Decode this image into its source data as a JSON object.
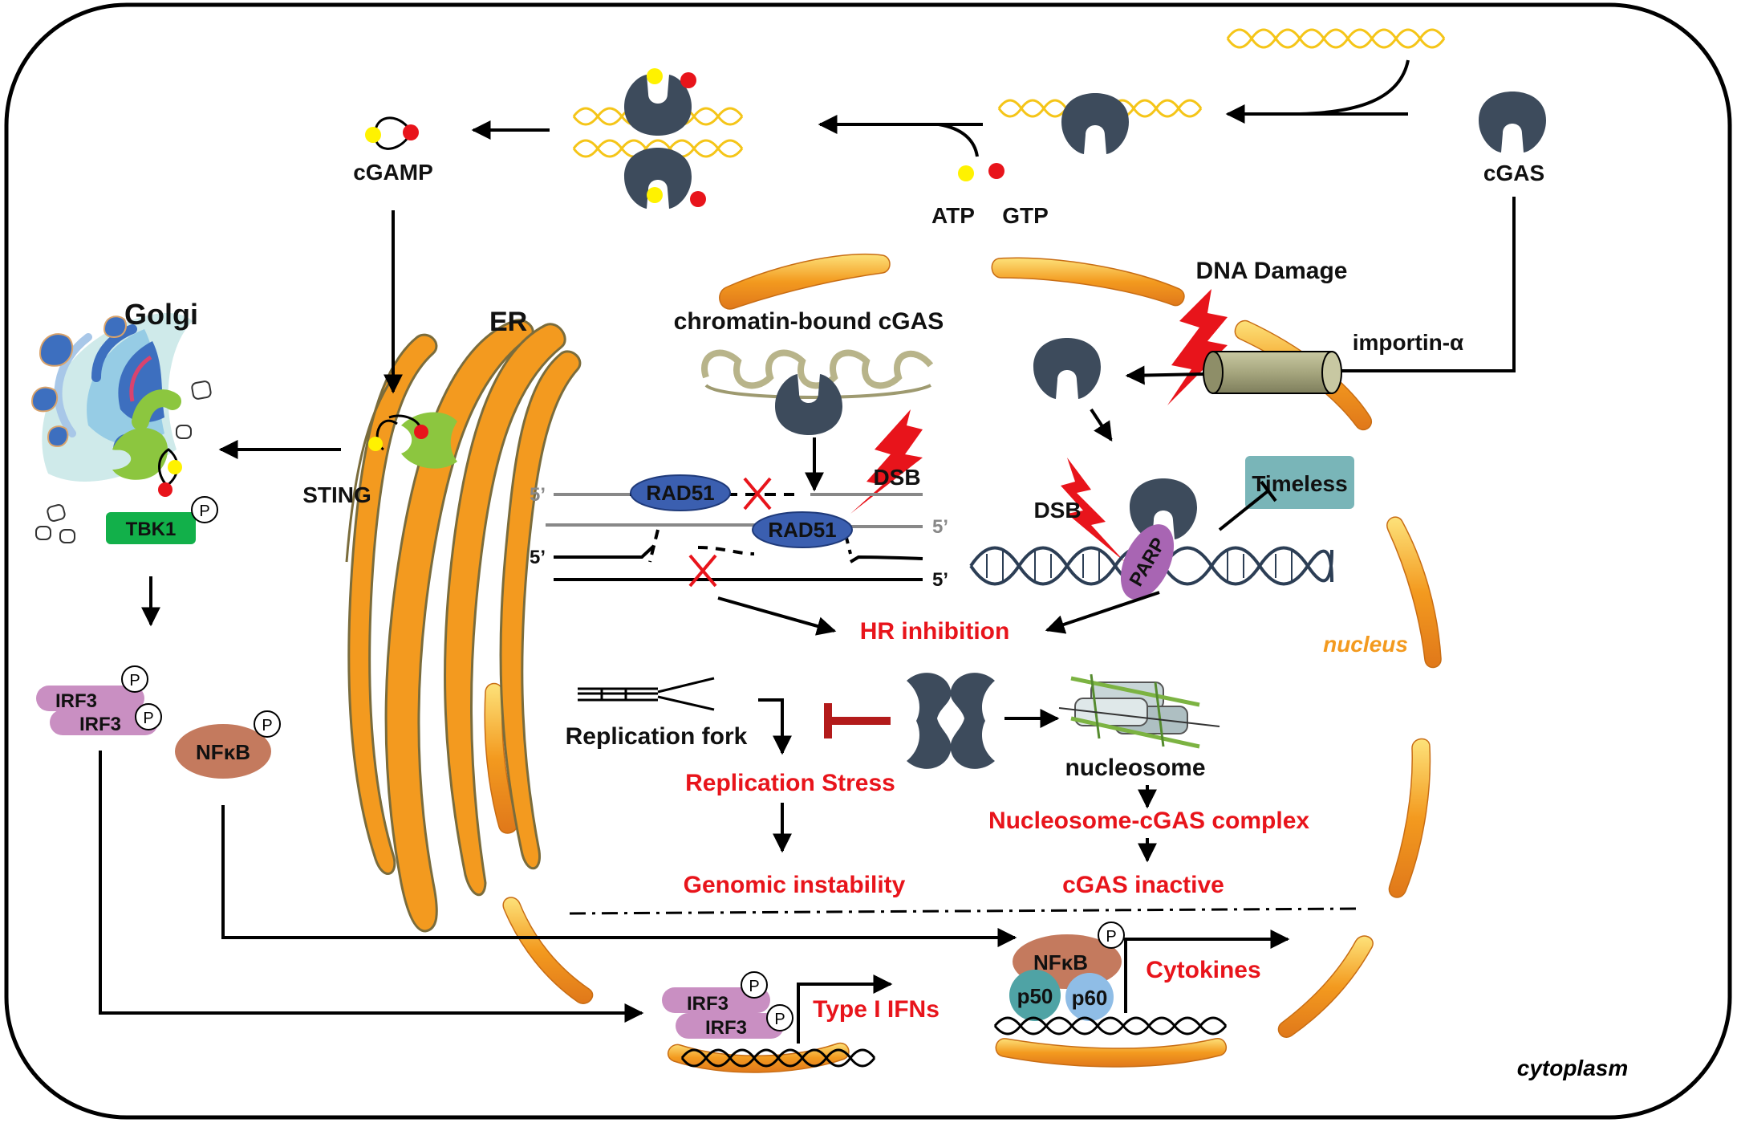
{
  "labels": {
    "cgamp": "cGAMP",
    "atp": "ATP",
    "gtp": "GTP",
    "cgas": "cGAS",
    "golgi": "Golgi",
    "er": "ER",
    "sting": "STING",
    "tbk1": "TBK1",
    "phospho": "P",
    "chromatin_bound": "chromatin-bound cGAS",
    "dna_damage": "DNA Damage",
    "importin": "importin-α",
    "dsb": "DSB",
    "rad51": "RAD51",
    "five_prime": "5’",
    "timeless": "Timeless",
    "parp": "PARP",
    "hr_inhibition": "HR inhibition",
    "replication_fork": "Replication fork",
    "replication_stress": "Replication Stress",
    "genomic_instability": "Genomic instability",
    "nucleosome": "nucleosome",
    "nucleosome_complex": "Nucleosome-cGAS complex",
    "cgas_inactive": "cGAS inactive",
    "nucleus": "nucleus",
    "irf3": "IRF3",
    "nfkb": "NFκB",
    "p50": "p50",
    "p60": "p60",
    "type1_ifns": "Type I IFNs",
    "cytokines": "Cytokines",
    "cytoplasm": "cytoplasm"
  },
  "colors": {
    "cgas_protein": "#3d4b5c",
    "dna_yellow": "#f5c518",
    "atp_dot": "#fff200",
    "gtp_dot": "#e8141b",
    "membrane_orange": "#f39a1f",
    "sting_green": "#8cc63f",
    "tbk1_green": "#12b04a",
    "rad51_blue": "#3b5fb0",
    "parp_purple": "#a865b3",
    "timeless_teal": "#79b5b8",
    "irf3_pink": "#c98fc2",
    "nfkb_brown": "#c47a5e",
    "p50_teal": "#4fa3a5",
    "p60_blue": "#8fbde6",
    "outcome_red": "#e8141b",
    "importin_olive": "#a6a67e"
  }
}
